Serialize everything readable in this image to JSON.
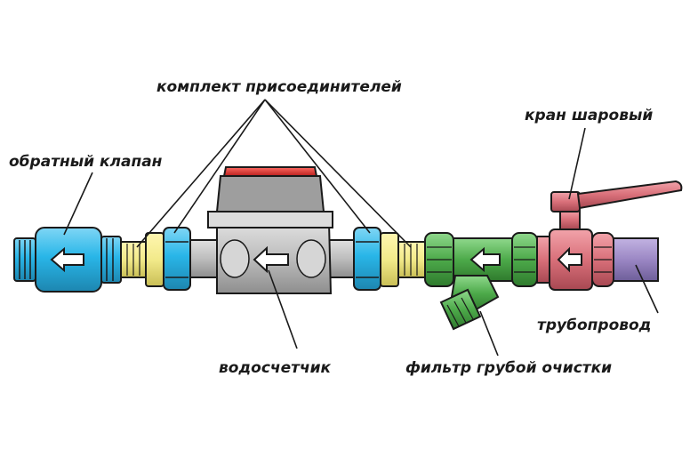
{
  "labels": {
    "connectors": "комплект присоединителей",
    "ball_valve": "кран шаровый",
    "check_valve": "обратный клапан",
    "pipeline": "трубопровод",
    "water_meter": "водосчетчик",
    "filter": "фильтр грубой очистки"
  },
  "colors": {
    "check_valve": "#29b6e8",
    "connector_brass": "#f2ea8a",
    "connector_nut": "#29b6e8",
    "meter_body": "#c4c4c4",
    "meter_cap": "#d9302f",
    "filter": "#4daa4a",
    "ball_valve": "#d9707a",
    "pipe": "#9b87c4",
    "outline": "#1a1a1a"
  },
  "icons": [
    "flow-arrow-icon"
  ]
}
